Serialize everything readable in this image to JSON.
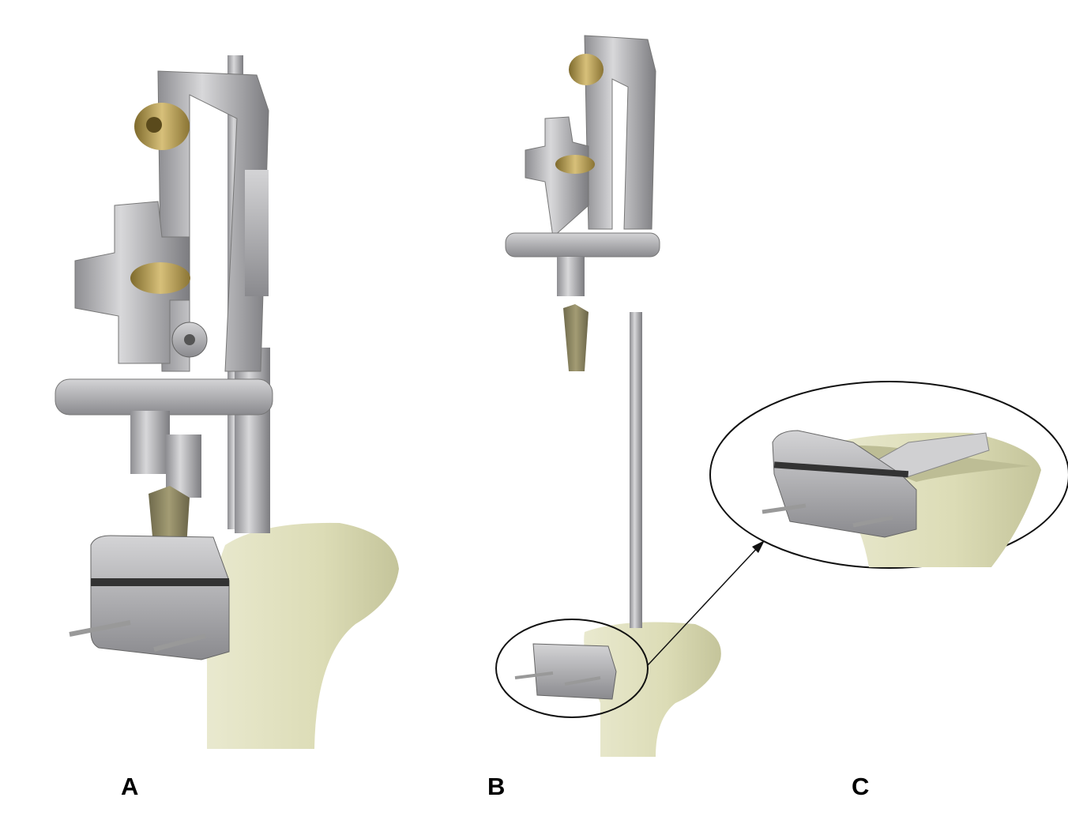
{
  "figure": {
    "panels": [
      {
        "label": "A"
      },
      {
        "label": "B"
      },
      {
        "label": "C"
      }
    ]
  },
  "colors": {
    "bone": "#dcdcb8",
    "metal": "#b8b8ba",
    "brass": "#b59a48",
    "outline": "#111111"
  }
}
